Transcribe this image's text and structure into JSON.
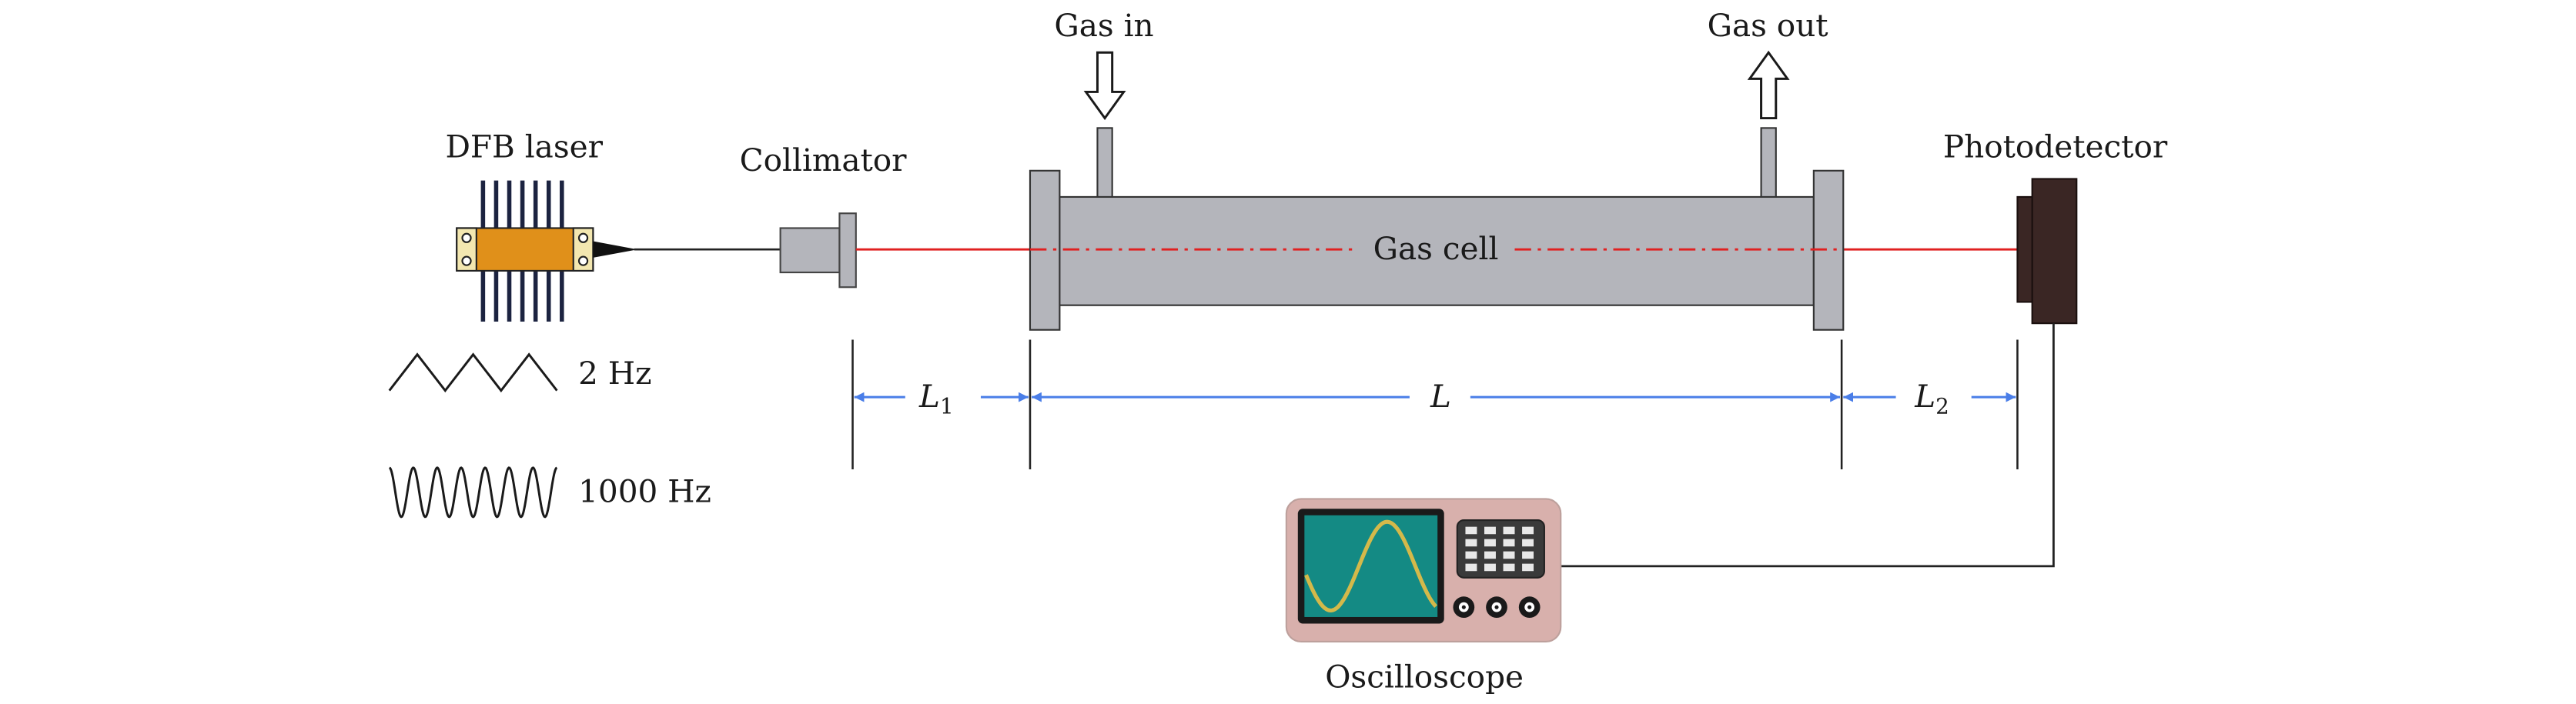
{
  "labels": {
    "gas_in": "Gas in",
    "gas_out": "Gas out",
    "dfb_laser": "DFB laser",
    "collimator": "Collimator",
    "photodetector": "Photodetector",
    "gas_cell": "Gas cell",
    "oscilloscope": "Oscilloscope"
  },
  "signals": {
    "triangle_freq": "2 Hz",
    "sine_freq": "1000 Hz"
  },
  "dimensions": {
    "l1": "L",
    "l1_sub": "1",
    "l": "L",
    "l2": "L",
    "l2_sub": "2"
  },
  "colors": {
    "laser_beam": "#e02020",
    "dimension_arrow": "#4a7ee8",
    "laser_body": "#e0901a",
    "heatsink": "#1c2340",
    "gas_cell": "#b4b5bb",
    "detector": "#3a2624",
    "scope_case": "#d8b0ac",
    "scope_screen": "#148a84",
    "scope_trace": "#d4b94a"
  },
  "icons": {
    "gas_in_arrow": "arrow-down-icon",
    "gas_out_arrow": "arrow-up-icon"
  }
}
